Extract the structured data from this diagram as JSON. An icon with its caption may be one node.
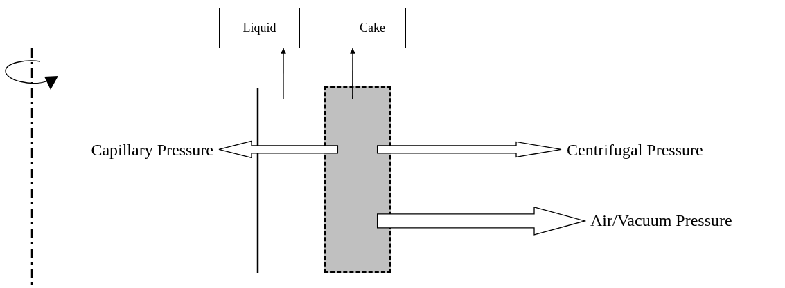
{
  "diagram": {
    "nodes": [
      {
        "text": [
          "Liquid"
        ]
      },
      {
        "text": [
          "Cake"
        ]
      },
      {
        "text": [],
        "shape": "box"
      },
      {
        "text": [
          "Capillary Pressure"
        ]
      },
      {
        "text": [
          "Centrifugal Pressure"
        ]
      },
      {
        "text": [
          "Air/Vacuum Pressure"
        ]
      }
    ],
    "edges": [
      {
        "from": null,
        "to": 0,
        "arrow": "to"
      },
      {
        "from": 2,
        "to": 1,
        "arrow": "to"
      },
      {
        "from": 2,
        "to": 3,
        "arrow": "to",
        "style": "thick"
      },
      {
        "from": 2,
        "to": 4,
        "arrow": "to",
        "style": "thick"
      },
      {
        "from": 2,
        "to": 5,
        "arrow": "to",
        "style": "thick"
      }
    ]
  }
}
